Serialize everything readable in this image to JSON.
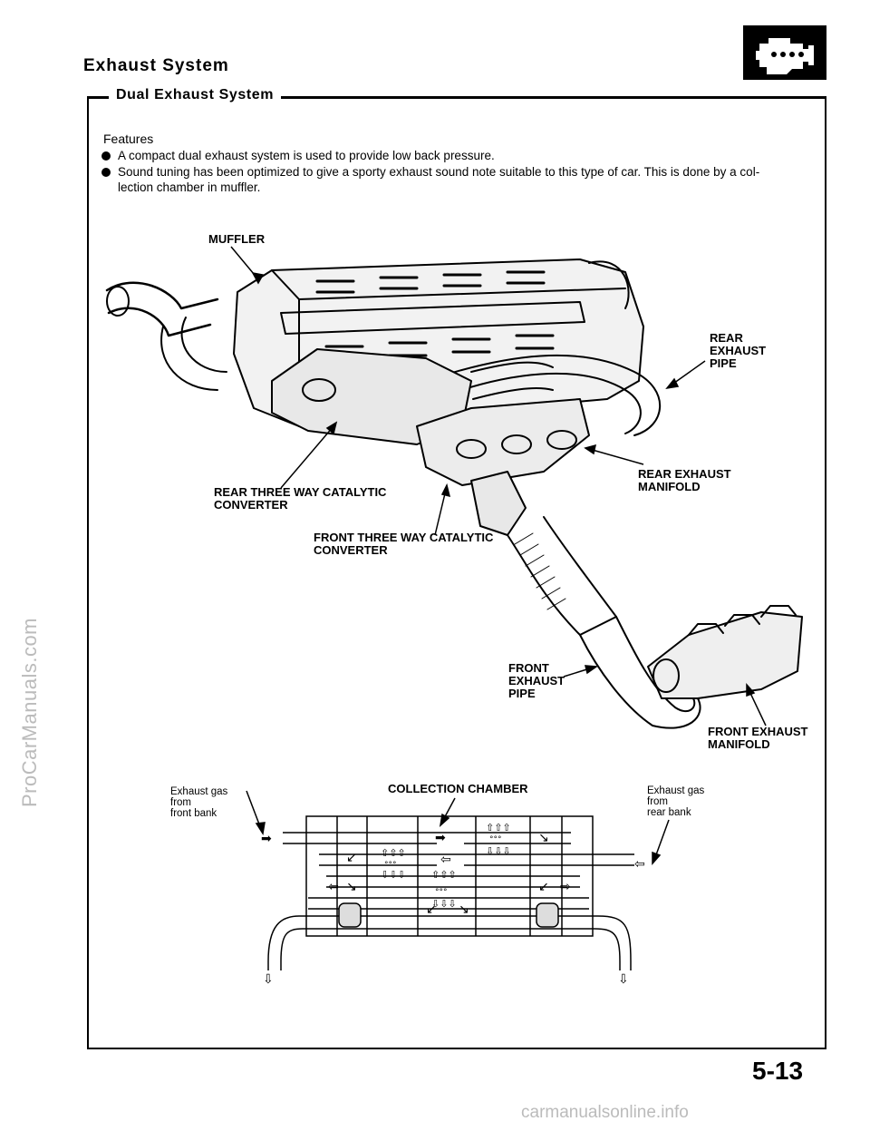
{
  "header": {
    "title": "Exhaust System",
    "section_title": "Dual Exhaust System",
    "engine_icon": "engine-icon"
  },
  "features": {
    "heading": "Features",
    "items": [
      "A compact dual exhaust system is used to provide low back pressure.",
      "Sound tuning has been optimized to give a sporty exhaust sound note suitable to this type of car. This is done by a col-\nlection chamber in muffler."
    ]
  },
  "diagram_labels": {
    "muffler": "MUFFLER",
    "rear_exhaust_pipe": "REAR\nEXHAUST\nPIPE",
    "rear_exhaust_manifold": "REAR EXHAUST\nMANIFOLD",
    "rear_converter": "REAR THREE WAY CATALYTIC\nCONVERTER",
    "front_converter": "FRONT THREE WAY CATALYTIC\nCONVERTER",
    "front_exhaust_pipe": "FRONT\nEXHAUST\nPIPE",
    "front_exhaust_manifold": "FRONT EXHAUST\nMANIFOLD"
  },
  "flow_diagram": {
    "collection_chamber": "COLLECTION CHAMBER",
    "gas_front": "Exhaust gas\nfrom\nfront bank",
    "gas_rear": "Exhaust gas\nfrom\nrear bank"
  },
  "footer": {
    "page_number": "5-13",
    "watermark_left": "ProCarManuals.com",
    "watermark_bottom": "carmanualsonline.info"
  }
}
